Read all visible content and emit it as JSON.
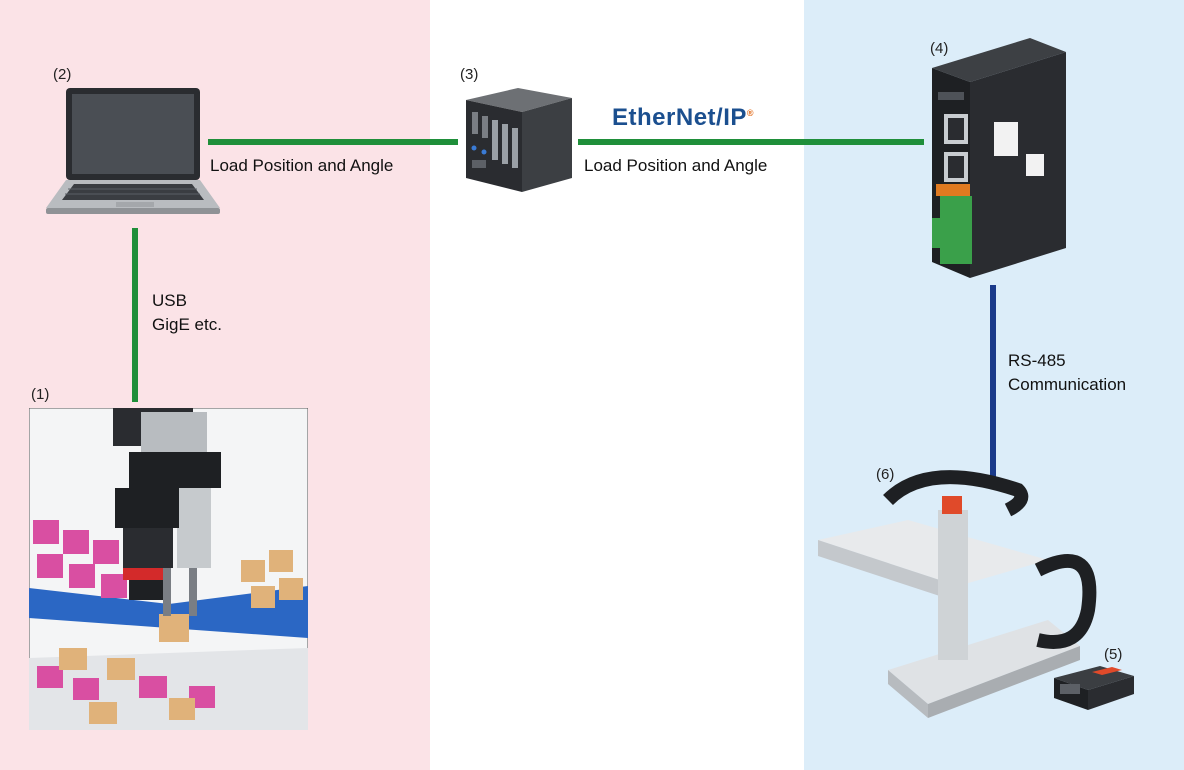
{
  "colors": {
    "left_zone": "#fbe3e7",
    "right_zone": "#dcedf9",
    "ethernet_link": "#1f8f3a",
    "rs485_link": "#1a3a8a",
    "logo": "#1b4f8f"
  },
  "devices": {
    "camera_scene": {
      "number": "(1)",
      "icon": "camera-picking-scene-image"
    },
    "laptop": {
      "number": "(2)",
      "icon": "laptop-icon"
    },
    "industrial_pc": {
      "number": "(3)",
      "icon": "industrial-pc-icon"
    },
    "controller": {
      "number": "(4)",
      "icon": "controller-module-icon"
    },
    "driver": {
      "number": "(5)",
      "icon": "driver-unit-icon"
    },
    "actuator": {
      "number": "(6)",
      "icon": "linear-actuator-icon"
    }
  },
  "links": {
    "laptop_to_pc": "Load Position and Angle",
    "pc_to_controller": "Load Position and Angle",
    "camera_to_laptop_line1": "USB",
    "camera_to_laptop_line2": "GigE etc.",
    "controller_to_actuator_line1": "RS-485",
    "controller_to_actuator_line2": "Communication"
  },
  "logo": {
    "text_part1": "Ether",
    "text_part2": "et/IP"
  }
}
